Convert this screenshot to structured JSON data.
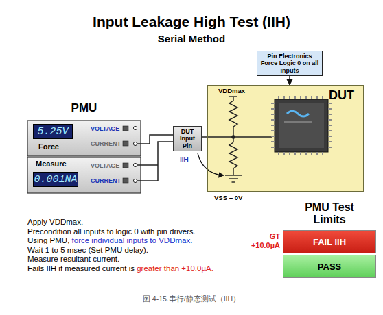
{
  "diagram": {
    "title": "Input Leakage High Test (IIH)",
    "caption": "图 4-15.串行/静态测试（IIH）",
    "nodes": [
      {
        "text": [
          "PMU"
        ]
      },
      {
        "text": [
          "5.25V",
          "Force",
          "VOLTAGE",
          "CURRENT"
        ],
        "in": 0
      },
      {
        "text": [
          "Measure",
          "0.001NA",
          "VOLTAGE",
          "CURRENT"
        ],
        "in": 0
      },
      {
        "text": [
          "DUT Input Pin"
        ]
      },
      {
        "text": [
          "Pin Electronics Force Logic 0 on all inputs"
        ]
      },
      {
        "text": [
          "DUT"
        ]
      },
      {
        "text": [
          "PMU Test Limits"
        ]
      },
      {
        "text": [
          "FAIL IIH"
        ],
        "in": 6
      },
      {
        "text": [
          "PASS"
        ],
        "in": 6
      }
    ],
    "edges": [
      {
        "from": 1,
        "to": 3,
        "arrow": "none"
      },
      {
        "from": 2,
        "to": 3,
        "arrow": "none"
      },
      {
        "from": 3,
        "to": 5,
        "arrow": "none"
      },
      {
        "from": 4,
        "to": 5,
        "arrow": "to"
      }
    ],
    "labels": [
      "Serial Method",
      "VDDmax",
      "IIH",
      "VSS = 0V",
      "GT +10.0µA",
      "Apply VDDmax.",
      "Precondition all inputs to logic 0 with pin drivers.",
      "Using PMU,",
      "force individual inputs to VDDmax.",
      "Wait 1 to 5 msec (Set PMU delay).",
      "Measure resultant current.",
      "Fails IIH if measured current is",
      "greater than +10.0µA."
    ]
  }
}
